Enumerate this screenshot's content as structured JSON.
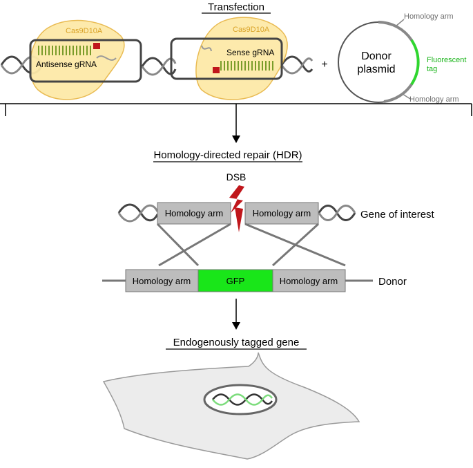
{
  "transfection": {
    "title": "Transfection",
    "complex_left": {
      "enzyme": "Cas9D10A",
      "grna": "Antisense gRNA"
    },
    "complex_right": {
      "enzyme": "Cas9D10A",
      "grna": "Sense gRNA"
    },
    "plus": "+",
    "plasmid": {
      "line1": "Donor",
      "line2": "plasmid",
      "arm_top": "Homology arm",
      "arm_bottom": "Homology arm",
      "tag_line1": "Fluorescent",
      "tag_line2": "tag"
    }
  },
  "hdr": {
    "title": "Homology-directed repair (HDR)",
    "dsb": "DSB",
    "gene_arm_left": "Homology arm",
    "gene_arm_right": "Homology arm",
    "gene_label": "Gene of interest",
    "donor_arm_left": "Homology arm",
    "donor_insert": "GFP",
    "donor_arm_right": "Homology arm",
    "donor_label": "Donor"
  },
  "result": {
    "title": "Endogenously tagged gene"
  },
  "colors": {
    "enzyme_fill": "#fde9a8",
    "enzyme_stroke": "#e8b84a",
    "enzyme_text": "#d9a226",
    "gfp": "#19e619",
    "arm_box": "#bdbdbd",
    "dsb": "#c0161b",
    "plasmid_tag": "#2fd62f",
    "grey_text": "#6d6d6d"
  }
}
